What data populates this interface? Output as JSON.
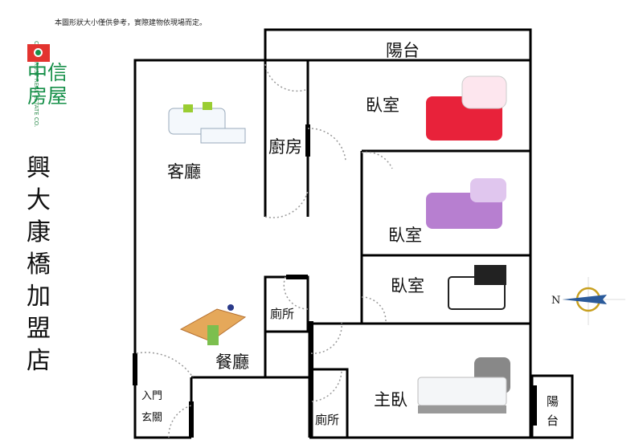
{
  "disclaimer": "本圖形狀大小僅供參考，實際建物依現場而定。",
  "logo": {
    "zh": "中信房屋",
    "en": "CHINATRUST REAL ESTATE CO."
  },
  "store_name": "興大康橋加盟店",
  "rooms": {
    "balcony_top": "陽台",
    "bedroom1": "臥室",
    "kitchen": "廚房",
    "living": "客廳",
    "bedroom2": "臥室",
    "bedroom3": "臥室",
    "toilet1": "廁所",
    "dining": "餐廳",
    "entrance": "入門",
    "foyer": "玄關",
    "toilet2": "廁所",
    "master": "主臥",
    "balcony_right": "陽台"
  },
  "compass": {
    "north_label": "N"
  },
  "colors": {
    "logo_green": "#17904a",
    "logo_red": "#e3342f",
    "wall": "#000000"
  }
}
